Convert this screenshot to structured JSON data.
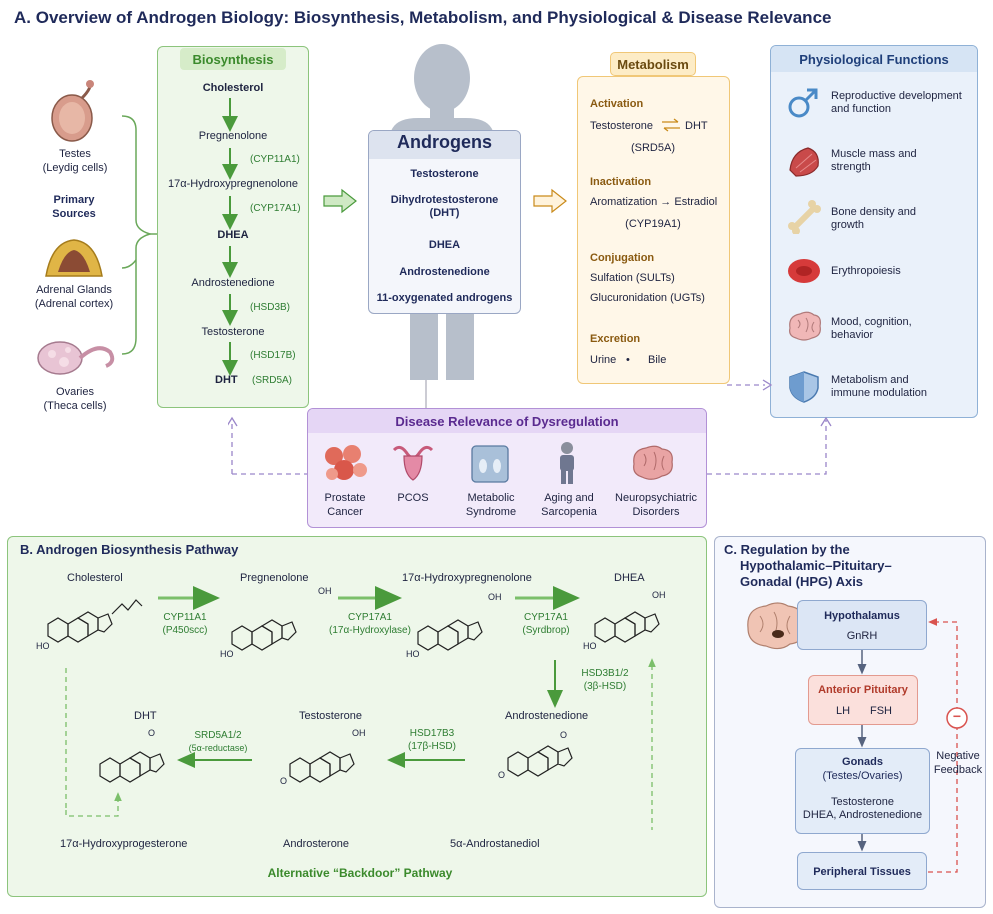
{
  "title": "A. Overview of Androgen Biology: Biosynthesis, Metabolism, and Physiological & Disease Relevance",
  "sources": {
    "testes_line1": "Testes",
    "testes_line2": "(Leydig cells)",
    "primary_line1": "Primary",
    "primary_line2": "Sources",
    "adrenal_line1": "Adrenal Glands",
    "adrenal_line2": "(Adrenal cortex)",
    "ovaries_line1": "Ovaries",
    "ovaries_line2": "(Theca cells)"
  },
  "biosynthesis": {
    "header": "Biosynthesis",
    "steps": [
      "Cholesterol",
      "Pregnenolone",
      "17α-Hydroxypregnenolone",
      "DHEA",
      "Androstenedione",
      "Testosterone",
      "DHT"
    ],
    "enzymes": [
      "(CYP11A1)",
      "(CYP17A1)",
      "(HSD3B)",
      "(HSD17B)",
      "(SRD5A)"
    ]
  },
  "androgens": {
    "header": "Androgens",
    "items": [
      "Testosterone",
      "Dihydrotestosterone",
      "(DHT)",
      "DHEA",
      "Androstenedione",
      "11-oxygenated androgens"
    ]
  },
  "metabolism": {
    "header": "Metabolism",
    "activation_title": "Activation",
    "activation_text_a": "Testosterone",
    "activation_text_b": "DHT",
    "activation_enzyme": "(SRD5A)",
    "inactivation_title": "Inactivation",
    "inactivation_text": "Aromatization → Estradiol",
    "inactivation_enzyme": "(CYP19A1)",
    "conjugation_title": "Conjugation",
    "conjugation_1": "Sulfation (SULTs)",
    "conjugation_2": "Glucuronidation (UGTs)",
    "excretion_title": "Excretion",
    "excretion_1": "Urine",
    "excretion_sep": "•",
    "excretion_2": "Bile"
  },
  "physiological": {
    "header": "Physiological Functions",
    "items": [
      {
        "l1": "Reproductive development",
        "l2": "and function",
        "icon": "male-symbol-icon"
      },
      {
        "l1": "Muscle mass and",
        "l2": "strength",
        "icon": "muscle-icon"
      },
      {
        "l1": "Bone density and",
        "l2": "growth",
        "icon": "bone-icon"
      },
      {
        "l1": "Erythropoiesis",
        "l2": "",
        "icon": "red-blood-cell-icon"
      },
      {
        "l1": "Mood, cognition,",
        "l2": "behavior",
        "icon": "brain-icon"
      },
      {
        "l1": "Metabolism and",
        "l2": "immune modulation",
        "icon": "shield-icon"
      }
    ]
  },
  "disease": {
    "header": "Disease Relevance of Dysregulation",
    "items": [
      {
        "l1": "Prostate",
        "l2": "Cancer",
        "icon": "prostate-cells-icon"
      },
      {
        "l1": "PCOS",
        "l2": "",
        "icon": "uterus-icon"
      },
      {
        "l1": "Metabolic",
        "l2": "Syndrome",
        "icon": "scale-icon"
      },
      {
        "l1": "Aging and",
        "l2": "Sarcopenia",
        "icon": "elderly-person-icon"
      },
      {
        "l1": "Neuropsychiatric",
        "l2": "Disorders",
        "icon": "brain-icon"
      }
    ]
  },
  "pathway": {
    "header": "B. Androgen Biosynthesis Pathway",
    "cholesterol": "Cholesterol",
    "pregnenolone": "Pregnenolone",
    "hydroxypregnenolone": "17α-Hydroxypregnenolone",
    "dhea": "DHEA",
    "androstenedione": "Androstenedione",
    "testosterone": "Testosterone",
    "dht": "DHT",
    "e1a": "CYP11A1",
    "e1b": "(P450scc)",
    "e2a": "CYP17A1",
    "e2b": "(17α-Hydroxylase)",
    "e3a": "CYP17A1",
    "e3b": "(Syrdbrop)",
    "e4a": "HSD3B1/2",
    "e4b": "(3β-HSD)",
    "e5a": "HSD17B3",
    "e5b": "(17β-HSD)",
    "e6a": "SRD5A1/2",
    "e6b": "(5α-reductase)",
    "hydroxyprogesterone": "17α-Hydroxyprogesterone",
    "androsterone": "Androsterone",
    "androstanediol": "5α-Androstanediol",
    "backdoor": "Alternative “Backdoor” Pathway",
    "oh": "OH",
    "ho": "HO",
    "o": "O"
  },
  "hpg": {
    "header_1": "C. Regulation by the",
    "header_2": "Hypothalamic–Pituitary–",
    "header_3": "Gonadal (HPG) Axis",
    "hypothalamus": "Hypothalamus",
    "gnrh": "GnRH",
    "pituitary": "Anterior Pituitary",
    "lh": "LH",
    "fsh": "FSH",
    "gonads": "Gonads",
    "gonads_sub": "(Testes/Ovaries)",
    "outputs_1": "Testosterone",
    "outputs_2": "DHEA, Androstenedione",
    "peripheral": "Peripheral Tissues",
    "neg_1": "Negative",
    "neg_2": "Feedback",
    "minus": "−"
  },
  "colors": {
    "green": "#4a9a3c",
    "navy": "#1f2a5a",
    "purple": "#6a3aa0",
    "orange": "#c98a1a",
    "red": "#d9534f"
  }
}
